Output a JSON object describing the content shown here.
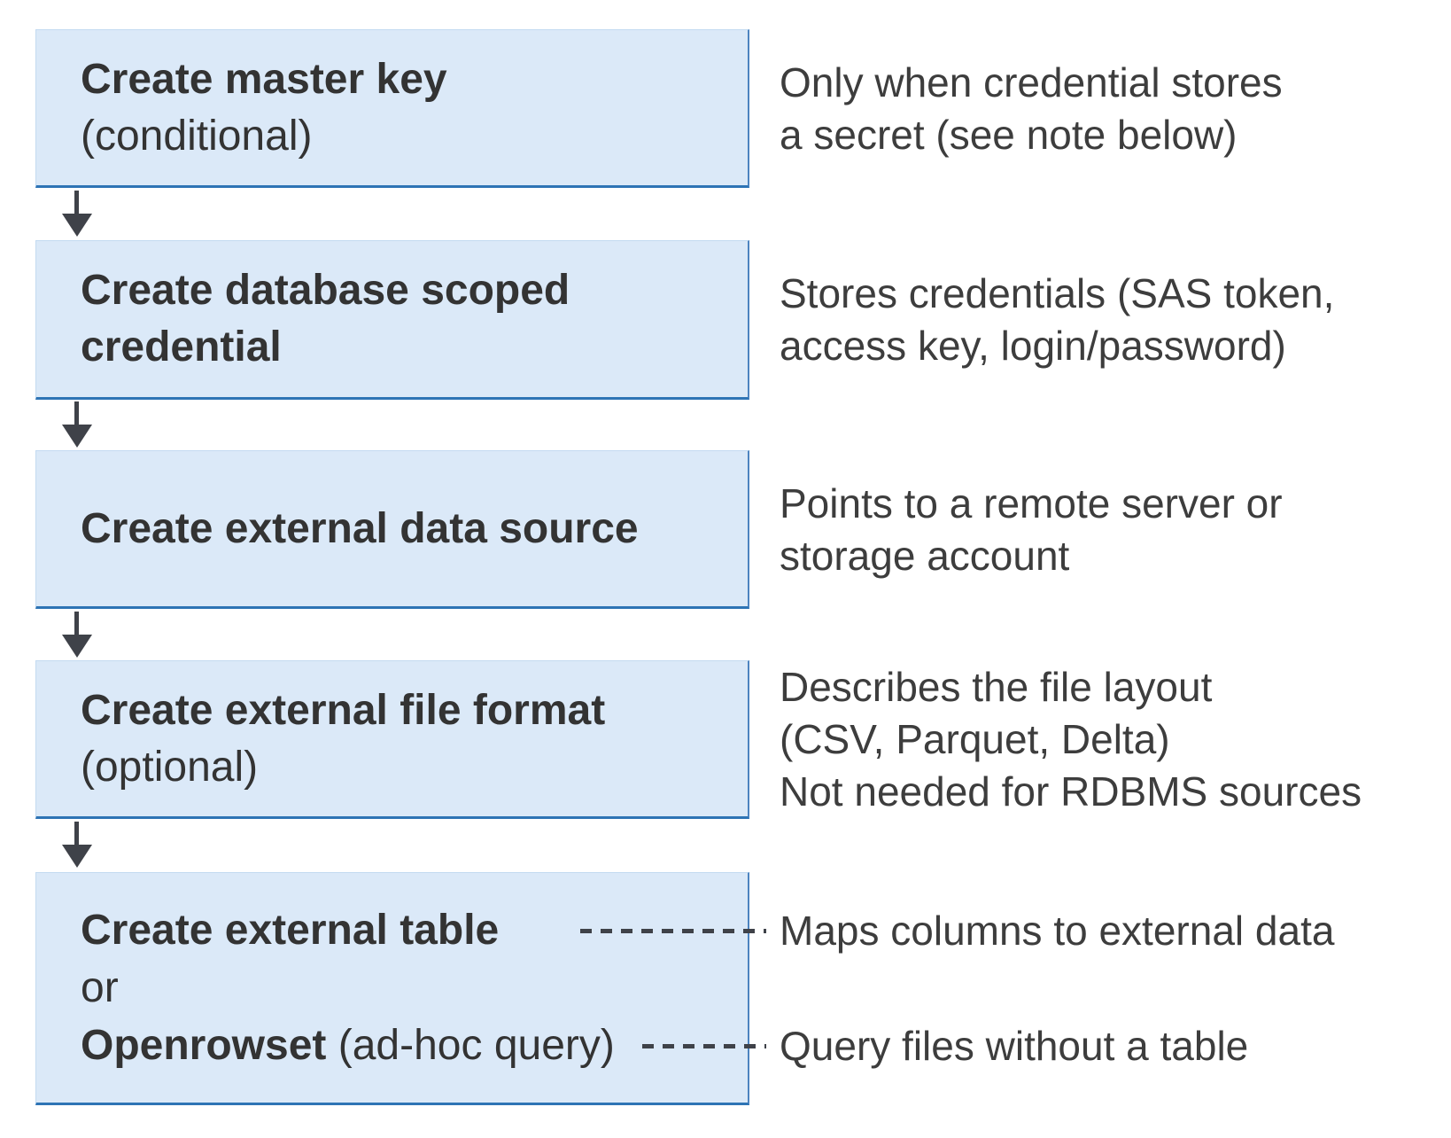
{
  "colors": {
    "box_fill": "#dbe9f8",
    "box_border_light": "#c3daf1",
    "box_border_right": "#4d84c0",
    "box_border_bottom": "#2e74b5",
    "arrow": "#3f4249",
    "title_text": "#333333",
    "note_text": "#3d3d3d"
  },
  "steps": [
    {
      "title": "Create master key",
      "qualifier": "(conditional)",
      "note": "Only when credential stores\na secret (see note below)"
    },
    {
      "title": "Create database scoped\ncredential",
      "note": "Stores credentials (SAS token,\naccess key, login/password)"
    },
    {
      "title": "Create external data source",
      "note": "Points to a remote server or\nstorage account"
    },
    {
      "title": "Create external file format",
      "qualifier": "(optional)",
      "note": "Describes the file layout\n(CSV, Parquet, Delta)\nNot needed for RDBMS sources"
    },
    {
      "title": "Create external table",
      "conjunction": "or",
      "alt_title": "Openrowset",
      "alt_qualifier": " (ad-hoc query)",
      "note_table": "Maps columns to external data",
      "note_openrowset": "Query files without a table"
    }
  ]
}
